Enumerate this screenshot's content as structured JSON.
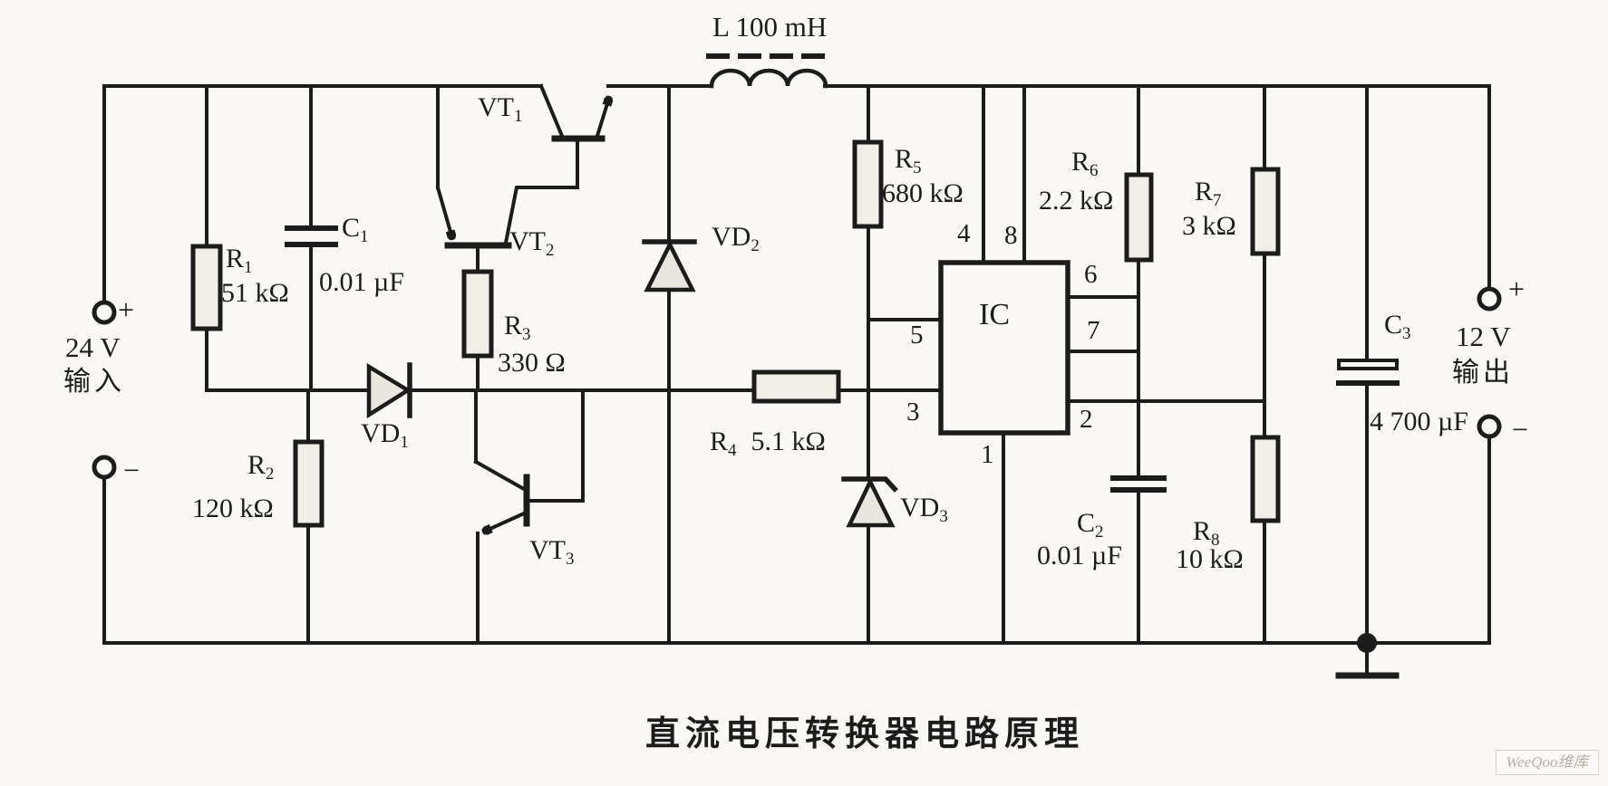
{
  "title": "直流电压转换器电路原理",
  "watermark": "WeeQoo维库",
  "colors": {
    "ink": "#1c1c1c",
    "paper": "#faf9f6",
    "component_fill": "#f1eee8",
    "diode_fill": "#e9e5df",
    "watermark_text": "#b9b0a6"
  },
  "input": {
    "plus": "+",
    "minus": "−",
    "voltage": "24 V",
    "label": "输入"
  },
  "output": {
    "plus": "+",
    "minus": "−",
    "voltage": "12 V",
    "label": "输出"
  },
  "inductor": {
    "label": "L 100 mH"
  },
  "ic": {
    "label": "IC",
    "pins": {
      "p1": "1",
      "p2": "2",
      "p3": "3",
      "p4": "4",
      "p5": "5",
      "p6": "6",
      "p7": "7",
      "p8": "8"
    }
  },
  "transistors": {
    "vt1": {
      "base": "VT",
      "sub": "1"
    },
    "vt2": {
      "base": "VT",
      "sub": "2"
    },
    "vt3": {
      "base": "VT",
      "sub": "3"
    }
  },
  "diodes": {
    "vd1": {
      "base": "VD",
      "sub": "1"
    },
    "vd2": {
      "base": "VD",
      "sub": "2"
    },
    "vd3": {
      "base": "VD",
      "sub": "3"
    }
  },
  "resistors": {
    "r1": {
      "base": "R",
      "sub": "1",
      "value": "51 kΩ"
    },
    "r2": {
      "base": "R",
      "sub": "2",
      "value": "120 kΩ"
    },
    "r3": {
      "base": "R",
      "sub": "3",
      "value": "330 Ω"
    },
    "r4": {
      "base": "R",
      "sub": "4",
      "value": "5.1 kΩ"
    },
    "r5": {
      "base": "R",
      "sub": "5",
      "value": "680 kΩ"
    },
    "r6": {
      "base": "R",
      "sub": "6",
      "value": "2.2 kΩ"
    },
    "r7": {
      "base": "R",
      "sub": "7",
      "value": "3 kΩ"
    },
    "r8": {
      "base": "R",
      "sub": "8",
      "value": "10 kΩ"
    }
  },
  "capacitors": {
    "c1": {
      "base": "C",
      "sub": "1",
      "value": "0.01 µF"
    },
    "c2": {
      "base": "C",
      "sub": "2",
      "value": "0.01 µF"
    },
    "c3": {
      "base": "C",
      "sub": "3",
      "value": "4 700 µF"
    }
  }
}
